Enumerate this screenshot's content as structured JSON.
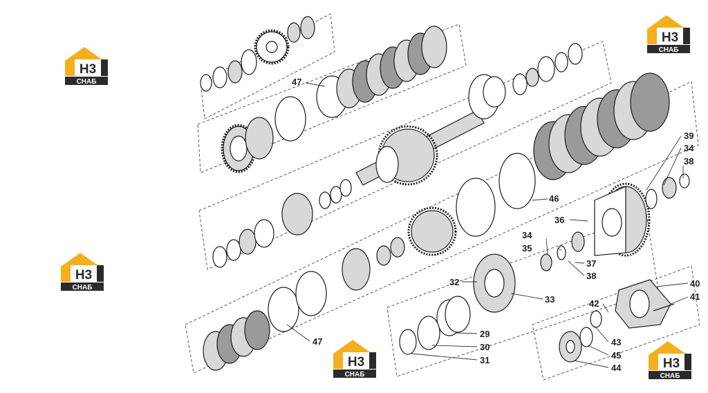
{
  "brand": {
    "logo_letters": "H3",
    "logo_text": "СНАБ",
    "colors": {
      "roof": "#f2b01e",
      "dark": "#2b2b2b",
      "light": "#ffffff"
    }
  },
  "callouts": [
    {
      "id": "47",
      "label": "47"
    },
    {
      "id": "47b",
      "label": "47"
    },
    {
      "id": "46",
      "label": "46"
    },
    {
      "id": "39",
      "label": "39"
    },
    {
      "id": "34a",
      "label": "34"
    },
    {
      "id": "38a",
      "label": "38"
    },
    {
      "id": "36",
      "label": "36"
    },
    {
      "id": "34b",
      "label": "34"
    },
    {
      "id": "35",
      "label": "35"
    },
    {
      "id": "37",
      "label": "37"
    },
    {
      "id": "38b",
      "label": "38"
    },
    {
      "id": "32",
      "label": "32"
    },
    {
      "id": "33",
      "label": "33"
    },
    {
      "id": "40",
      "label": "40"
    },
    {
      "id": "41",
      "label": "41"
    },
    {
      "id": "42",
      "label": "42"
    },
    {
      "id": "43",
      "label": "43"
    },
    {
      "id": "45",
      "label": "45"
    },
    {
      "id": "44",
      "label": "44"
    },
    {
      "id": "29",
      "label": "29"
    },
    {
      "id": "30",
      "label": "30"
    },
    {
      "id": "31",
      "label": "31"
    }
  ]
}
